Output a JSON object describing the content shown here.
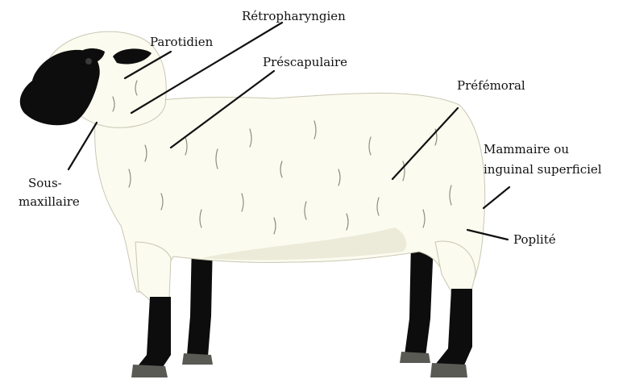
{
  "labels": {
    "retropharyngien": "Rétropharyngien",
    "parotidien": "Parotidien",
    "prescapulaire": "Préscapulaire",
    "prefemoral": "Préfémoral",
    "sous_maxillaire_1": "Sous-",
    "sous_maxillaire_2": "maxillaire",
    "mammaire_1": "Mammaire ou",
    "mammaire_2": "inguinal superficiel",
    "poplite": "Poplité"
  },
  "colors": {
    "wool": "#fbfbef",
    "wool_shade": "#ecebd9",
    "face": "#0d0d0d",
    "hoof": "#5a5a55",
    "text": "#111111"
  }
}
